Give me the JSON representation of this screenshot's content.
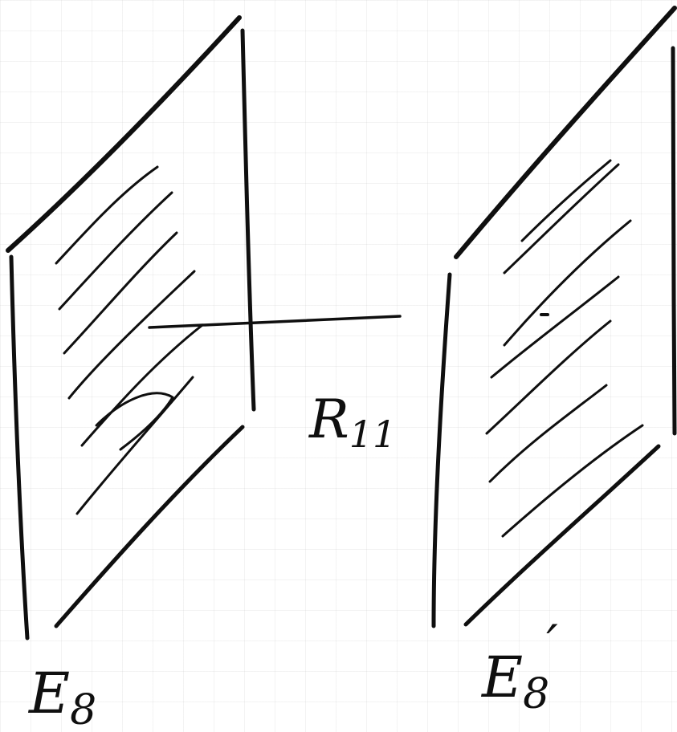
{
  "diagram": {
    "planes": [
      {
        "label_base": "E",
        "label_sub": "8",
        "label_prime": ""
      },
      {
        "label_base": "E",
        "label_sub": "8",
        "label_prime": "′"
      }
    ],
    "connector": {
      "label_base": "R",
      "label_sub": "11"
    }
  },
  "colors": {
    "ink": "#0f0f0f",
    "paper": "#ffffff"
  }
}
